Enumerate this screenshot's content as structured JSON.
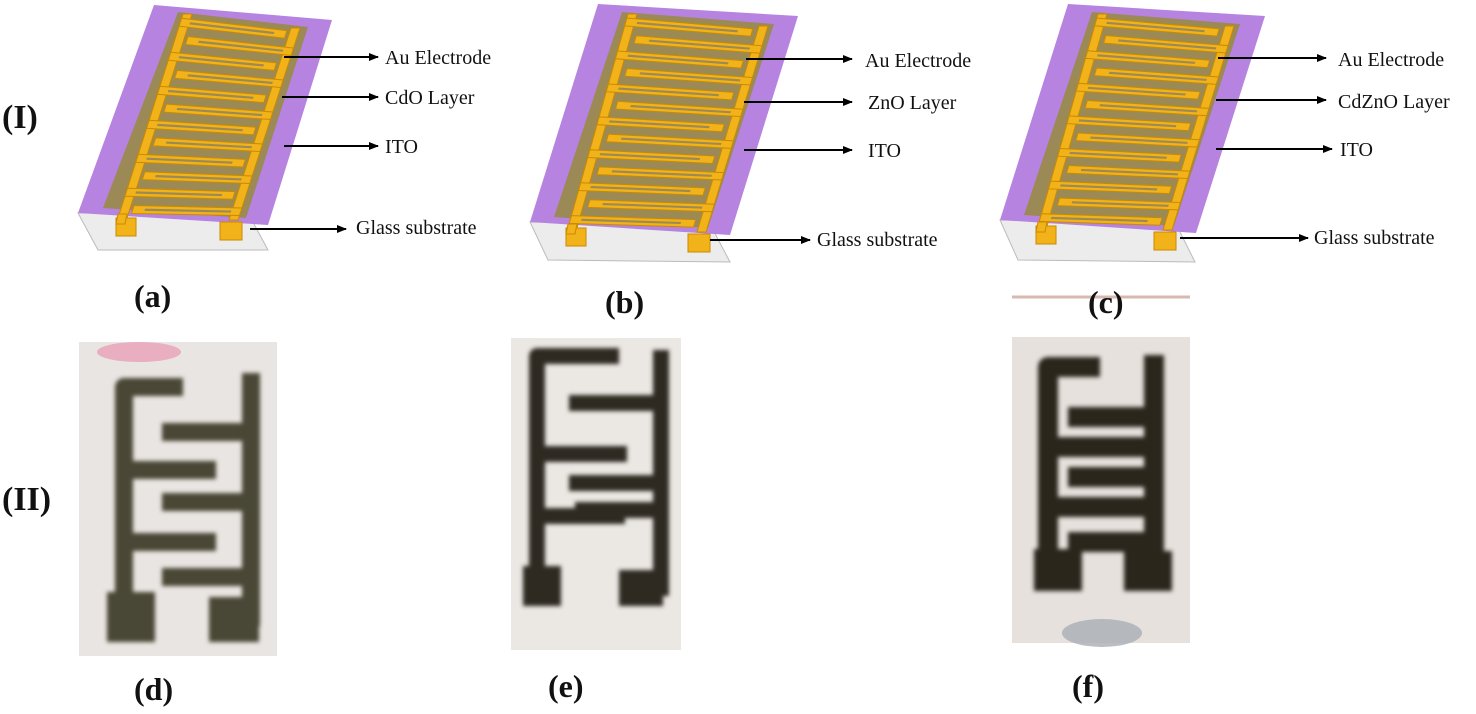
{
  "figure": {
    "row_labels": [
      "(I)",
      "(II)"
    ],
    "panel_labels": [
      "(a)",
      "(b)",
      "(c)",
      "(d)",
      "(e)",
      "(f)"
    ],
    "devices": [
      {
        "electrode": "Au Electrode",
        "film": "CdO Layer",
        "conductor": "ITO",
        "substrate": "Glass substrate"
      },
      {
        "electrode": "Au Electrode",
        "film": "ZnO Layer",
        "conductor": "ITO",
        "substrate": "Glass substrate"
      },
      {
        "electrode": "Au Electrode",
        "film": "CdZnO Layer",
        "conductor": "ITO",
        "substrate": "Glass substrate"
      }
    ]
  },
  "colors": {
    "ito": "#b683e0",
    "oxide_layer": "#9b8a55",
    "gold": "#f2b21a",
    "glass": "#ececec",
    "photo_substrate": "#e9e5e2",
    "photo_electrode": "#3a3a30"
  }
}
